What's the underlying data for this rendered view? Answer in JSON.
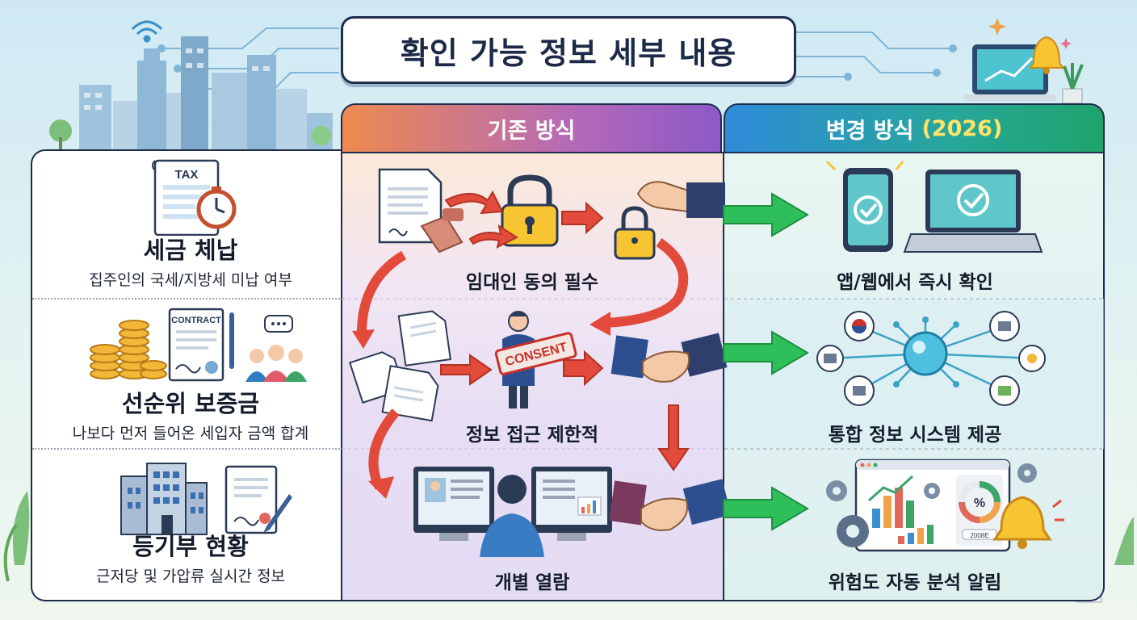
{
  "title": "확인 가능 정보 세부 내용",
  "columns": {
    "old": {
      "header": "기존 방식",
      "stages": [
        "임대인 동의 필수",
        "정보 접근 제한적",
        "개별 열람"
      ],
      "consent_stamp": "CONSENT"
    },
    "new": {
      "header": "변경 방식",
      "header_year": "(2026)",
      "stages": [
        "앱/웹에서 즉시 확인",
        "통합 정보 시스템 제공",
        "위험도 자동 분석 알림"
      ],
      "gauge_symbol": "%",
      "chip_label": "2008E"
    }
  },
  "info_items": [
    {
      "title": "세금 체납",
      "desc": "집주인의 국세/지방세 미납 여부",
      "icon_label": "TAX"
    },
    {
      "title": "선순위 보증금",
      "desc": "나보다 먼저 들어온 세입자 금액 합계",
      "icon_label": "CONTRACT"
    },
    {
      "title": "등기부 현황",
      "desc": "근저당 및 가압류 실시간 정보",
      "icon_label": ""
    }
  ],
  "colors": {
    "old_header_start": "#ee8a4f",
    "old_header_end": "#8d59c8",
    "new_header_start": "#2f8bd9",
    "new_header_end": "#1ea46b",
    "arrow_red": "#e24a3b",
    "arrow_green": "#2fbf5a",
    "accent_yellow": "#f7c531"
  },
  "icons": [
    "wifi-icon",
    "city-skyline-icon",
    "laptop-chart-icon",
    "bell-icon",
    "tax-document-icon",
    "stopwatch-icon",
    "coins-icon",
    "contract-icon",
    "people-icon",
    "building-icon",
    "signed-document-icon",
    "padlock-icon",
    "handshake-icon",
    "smartphone-check-icon",
    "laptop-check-icon",
    "network-hub-icon",
    "dashboard-chart-icon",
    "gear-icon"
  ]
}
